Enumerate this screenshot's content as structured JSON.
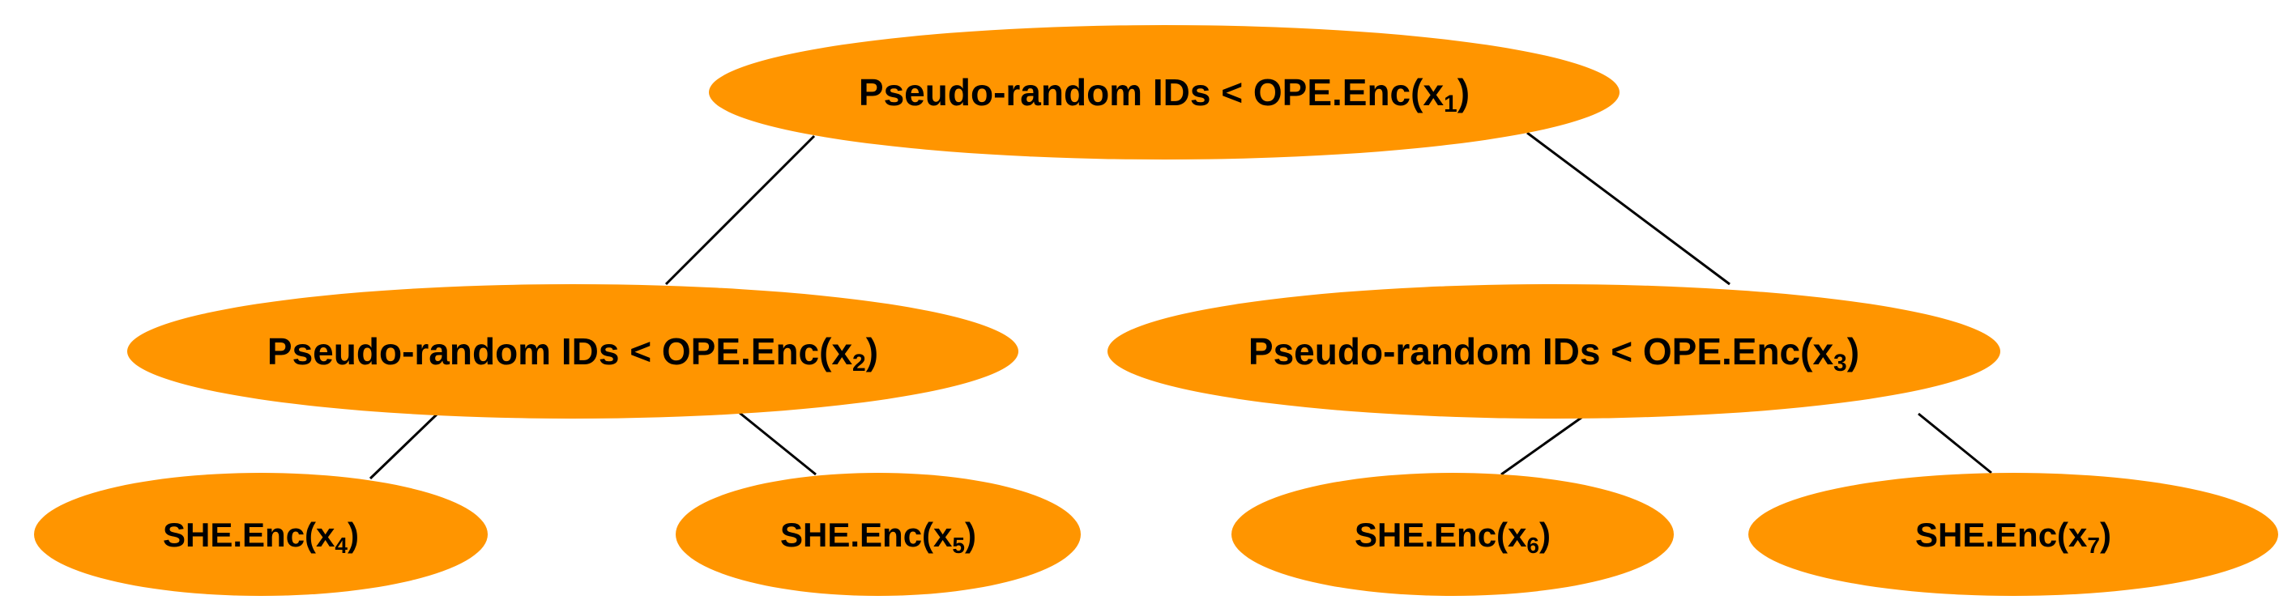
{
  "colors": {
    "node_fill": "#FF9500",
    "edge": "#000000"
  },
  "nodes": [
    {
      "id": "n1",
      "text": "Pseudo-random IDs < OPE.Enc(x",
      "sub": "1",
      "tail": ")"
    },
    {
      "id": "n2",
      "text": "Pseudo-random IDs < OPE.Enc(x",
      "sub": "2",
      "tail": ")"
    },
    {
      "id": "n3",
      "text": "Pseudo-random IDs < OPE.Enc(x",
      "sub": "3",
      "tail": ")"
    },
    {
      "id": "n4",
      "text": "SHE.Enc(x",
      "sub": "4",
      "tail": ")"
    },
    {
      "id": "n5",
      "text": "SHE.Enc(x",
      "sub": "5",
      "tail": ")"
    },
    {
      "id": "n6",
      "text": "SHE.Enc(x",
      "sub": "6",
      "tail": ")"
    },
    {
      "id": "n7",
      "text": "SHE.Enc(x",
      "sub": "7",
      "tail": ")"
    }
  ],
  "edges": [
    [
      "n1",
      "n2"
    ],
    [
      "n1",
      "n3"
    ],
    [
      "n2",
      "n4"
    ],
    [
      "n2",
      "n5"
    ],
    [
      "n3",
      "n6"
    ],
    [
      "n3",
      "n7"
    ]
  ]
}
